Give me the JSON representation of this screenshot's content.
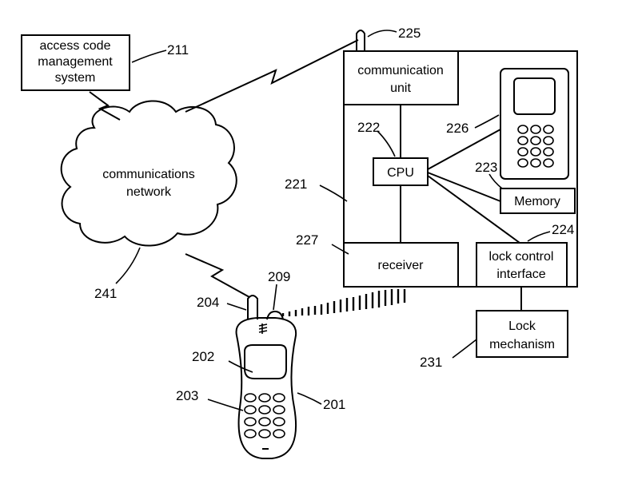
{
  "diagram": {
    "access_code_system": {
      "line1": "access code",
      "line2": "management",
      "line3": "system",
      "ref": "211"
    },
    "network": {
      "line1": "communications",
      "line2": "network",
      "ref": "241"
    },
    "antenna_ref": "225",
    "lock_unit_ref": "221",
    "comm_unit": {
      "line1": "communication",
      "line2": "unit"
    },
    "cpu": {
      "label": "CPU",
      "ref": "222"
    },
    "display_device_ref": "226",
    "memory": {
      "label": "Memory",
      "ref": "223"
    },
    "receiver": {
      "label": "receiver",
      "ref": "227"
    },
    "lock_control": {
      "line1": "lock control",
      "line2": "interface",
      "ref": "224"
    },
    "lock_mechanism": {
      "line1": "Lock",
      "line2": "mechanism",
      "ref": "231"
    },
    "phone": {
      "ref": "201",
      "screen_ref": "202",
      "keypad_ref": "203",
      "antenna_ref": "204",
      "emitter_ref": "209"
    }
  }
}
